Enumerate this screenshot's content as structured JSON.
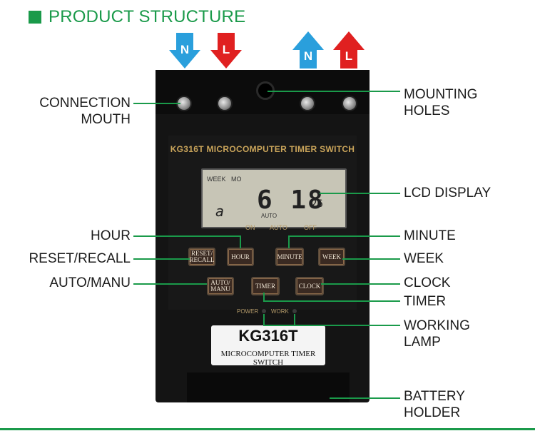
{
  "title": "PRODUCT STRUCTURE",
  "terminals": [
    "N",
    "L",
    "N",
    "L"
  ],
  "device": {
    "brand": "KG316T MICROCOMPUTER TIMER SWITCH",
    "lcd": {
      "week_label": "WEEK",
      "day_label": "MO",
      "day_digit": "a",
      "time": "6 18",
      "seconds": "26",
      "auto": "AUTO"
    },
    "modes": [
      "ON",
      "AUTO",
      "OFF"
    ],
    "buttons": {
      "reset": "RESET/ RECALL",
      "hour": "HOUR",
      "minute": "MINUTE",
      "week": "WEEK",
      "auto": "AUTO/ MANU",
      "timer": "TIMER",
      "clock": "CLOCK"
    },
    "lamps": [
      "POWER",
      "WORK"
    ],
    "sticker_model": "KG316T",
    "sticker_sub": "MICROCOMPUTER TIMER SWITCH"
  },
  "labels": {
    "connection_mouth": [
      "CONNECTION",
      "MOUTH"
    ],
    "mounting_holes": [
      "MOUNTING",
      "HOLES"
    ],
    "lcd_display": "LCD DISPLAY",
    "hour": "HOUR",
    "minute": "MINUTE",
    "reset_recall": "RESET/RECALL",
    "week": "WEEK",
    "auto_manu": "AUTO/MANU",
    "clock": "CLOCK",
    "timer": "TIMER",
    "working_lamp": [
      "WORKING",
      "LAMP"
    ],
    "battery_holder": [
      "BATTERY",
      "HOLDER"
    ]
  },
  "colors": {
    "accent": "#1a9a4a",
    "neutral_arrow": "#2a9fdc",
    "live_arrow": "#e02020"
  }
}
